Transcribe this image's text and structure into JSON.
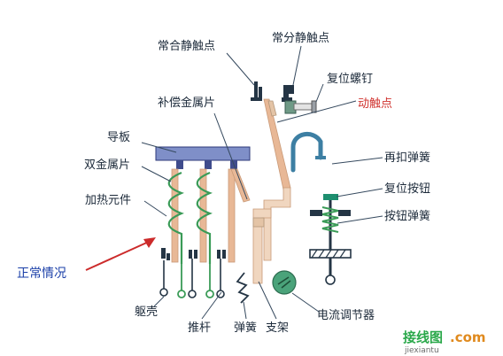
{
  "diagram": {
    "labels": {
      "nc_static_contact": "常合静触点",
      "no_static_contact": "常分静触点",
      "reset_screw": "复位螺钉",
      "moving_contact": "动触点",
      "compensation_sheet": "补偿金属片",
      "guide_plate": "导板",
      "bimetal_strip": "双金属片",
      "heating_element": "加热元件",
      "rebuckle_spring": "再扣弹簧",
      "reset_button": "复位按钮",
      "button_spring": "按钮弹簧",
      "normal_state": "正常情况",
      "housing": "躯壳",
      "push_rod": "推杆",
      "spring": "弹簧",
      "bracket": "支架",
      "current_regulator": "电流调节器"
    },
    "colors": {
      "guide_plate": "#7f8fc8",
      "bimetal": "#e8b896",
      "heater_coil": "#3a9b57",
      "frame": "#e4c4a6",
      "rebuckle_spring": "#3d7fa3",
      "leader_line": "#35495e",
      "red_arrow": "#cc2b2b",
      "dark_parts": "#243545"
    },
    "watermark": {
      "brand_cn": "接线图",
      "brand_suffix": ".com",
      "domain": "jiexiantu"
    }
  }
}
